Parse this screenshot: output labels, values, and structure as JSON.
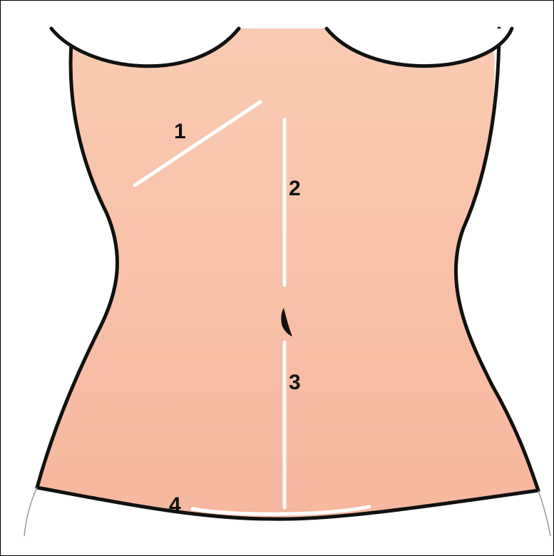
{
  "incision_labels": [
    {
      "id": "1",
      "text": "1"
    },
    {
      "id": "2",
      "text": "2"
    },
    {
      "id": "3",
      "text": "3"
    },
    {
      "id": "4",
      "text": "4"
    }
  ],
  "colors": {
    "skin_top": "#f8c9b0",
    "skin_bottom": "#f7b9a0",
    "outline": "#111111",
    "incision": "#ffffff",
    "label": "#111111",
    "background": "#ffffff"
  }
}
